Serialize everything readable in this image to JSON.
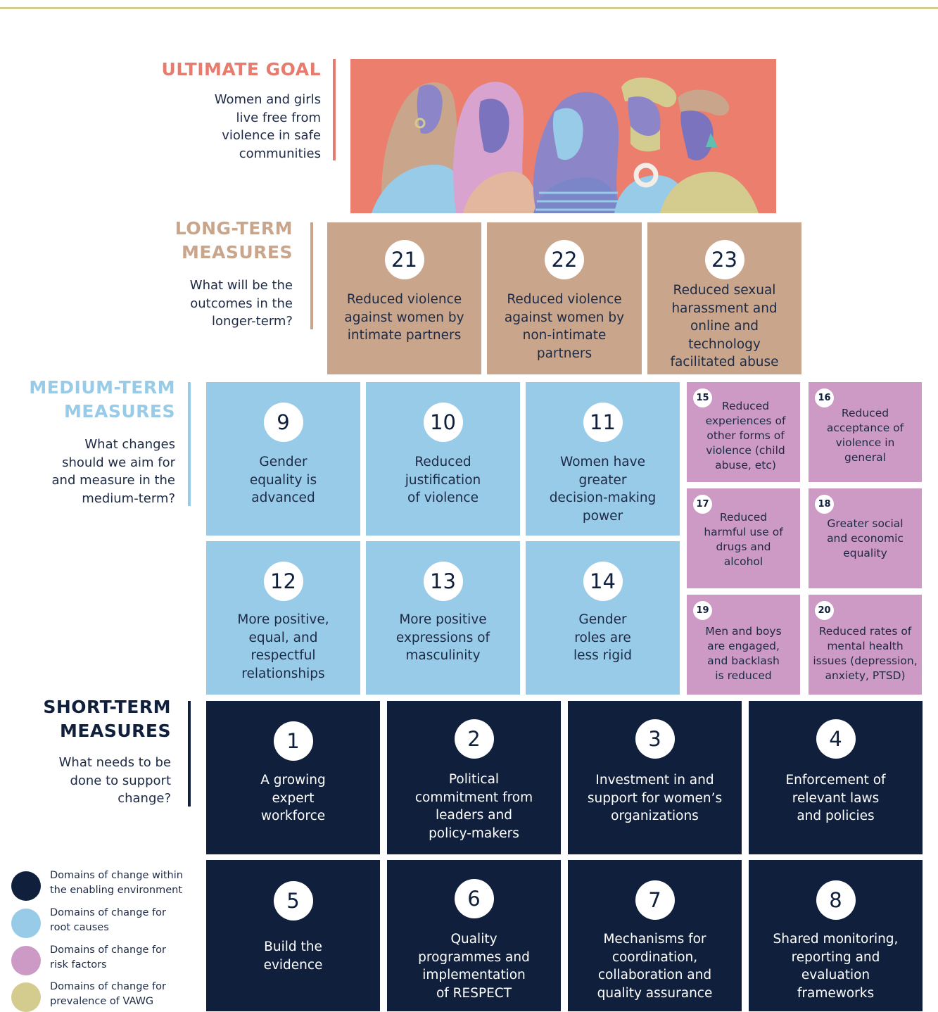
{
  "ultimate_goal": {
    "heading": "ULTIMATE GOAL",
    "text": [
      "Women and girls",
      "live free from",
      "violence in safe",
      "communities"
    ],
    "color": "#e67b6e"
  },
  "long_term": {
    "heading": [
      "LONG-TERM",
      "MEASURES"
    ],
    "question": [
      "What will be the",
      "outcomes in the",
      "longer-term?"
    ],
    "color": "#c9a58b",
    "boxes": [
      {
        "num": "21",
        "text": [
          "Reduced violence",
          "against women by",
          "intimate partners"
        ]
      },
      {
        "num": "22",
        "text": [
          "Reduced violence",
          "against women by",
          "non-intimate",
          "partners"
        ]
      },
      {
        "num": "23",
        "text": [
          "Reduced sexual",
          "harassment and",
          "online and",
          "technology",
          "facilitated abuse"
        ]
      }
    ]
  },
  "medium_term": {
    "heading": [
      "MEDIUM-TERM",
      "MEASURES"
    ],
    "question": [
      "What changes",
      "should we aim for",
      "and measure in the",
      "medium-term?"
    ],
    "color": "#97cbe8",
    "boxes": [
      {
        "num": "9",
        "text": [
          "Gender",
          "equality is",
          "advanced"
        ]
      },
      {
        "num": "10",
        "text": [
          "Reduced",
          "justification",
          "of violence"
        ]
      },
      {
        "num": "11",
        "text": [
          "Women have",
          "greater",
          "decision-making",
          "power"
        ]
      },
      {
        "num": "12",
        "text": [
          "More positive,",
          "equal, and",
          "respectful",
          "relationships"
        ]
      },
      {
        "num": "13",
        "text": [
          "More positive",
          "expressions of",
          "masculinity"
        ]
      },
      {
        "num": "14",
        "text": [
          "Gender",
          "roles are",
          "less rigid"
        ]
      }
    ],
    "risk_boxes": [
      {
        "num": "15",
        "text": [
          "Reduced",
          "experiences of",
          "other forms of",
          "violence (child",
          "abuse, etc)"
        ]
      },
      {
        "num": "16",
        "text": [
          "Reduced",
          "acceptance of",
          "violence in",
          "general"
        ]
      },
      {
        "num": "17",
        "text": [
          "Reduced",
          "harmful use of",
          "drugs and",
          "alcohol"
        ]
      },
      {
        "num": "18",
        "text": [
          "Greater social",
          "and economic",
          "equality"
        ]
      },
      {
        "num": "19",
        "text": [
          "Men and boys",
          "are engaged,",
          "and backlash",
          "is reduced"
        ]
      },
      {
        "num": "20",
        "text": [
          "Reduced rates of",
          "mental health",
          "issues (depression,",
          "anxiety, PTSD)"
        ]
      }
    ]
  },
  "short_term": {
    "heading": [
      "SHORT-TERM",
      "MEASURES"
    ],
    "question": [
      "What needs to be",
      "done to support",
      "change?"
    ],
    "color": "#0f1f3c",
    "boxes": [
      {
        "num": "1",
        "text": [
          "A growing",
          "expert",
          "workforce"
        ]
      },
      {
        "num": "2",
        "text": [
          "Political",
          "commitment from",
          "leaders and",
          "policy-makers"
        ]
      },
      {
        "num": "3",
        "text": [
          "Investment in and",
          "support for women’s",
          "organizations"
        ]
      },
      {
        "num": "4",
        "text": [
          "Enforcement of",
          "relevant laws",
          "and policies"
        ]
      },
      {
        "num": "5",
        "text": [
          "Build the",
          "evidence"
        ]
      },
      {
        "num": "6",
        "text": [
          "Quality",
          "programmes and",
          "implementation",
          "of RESPECT"
        ]
      },
      {
        "num": "7",
        "text": [
          "Mechanisms for",
          "coordination,",
          "collaboration and",
          "quality assurance"
        ]
      },
      {
        "num": "8",
        "text": [
          "Shared monitoring,",
          "reporting and",
          "evaluation",
          "frameworks"
        ]
      }
    ]
  },
  "legend": [
    {
      "color": "#0f1f3c",
      "text": [
        "Domains of change within",
        "the enabling environment"
      ]
    },
    {
      "color": "#97cbe8",
      "text": [
        "Domains of change for",
        "root causes"
      ]
    },
    {
      "color": "#cd99c5",
      "text": [
        "Domains of change for",
        "risk factors"
      ]
    },
    {
      "color": "#d4cb8e",
      "text": [
        "Domains of change for",
        "prevalence of VAWG"
      ]
    }
  ],
  "colors": {
    "navy": "#0f1f3c",
    "blue": "#97cbe8",
    "pink": "#cd99c5",
    "brown": "#c9a58b",
    "coral": "#e67b6e",
    "olive": "#d4cb8e"
  }
}
